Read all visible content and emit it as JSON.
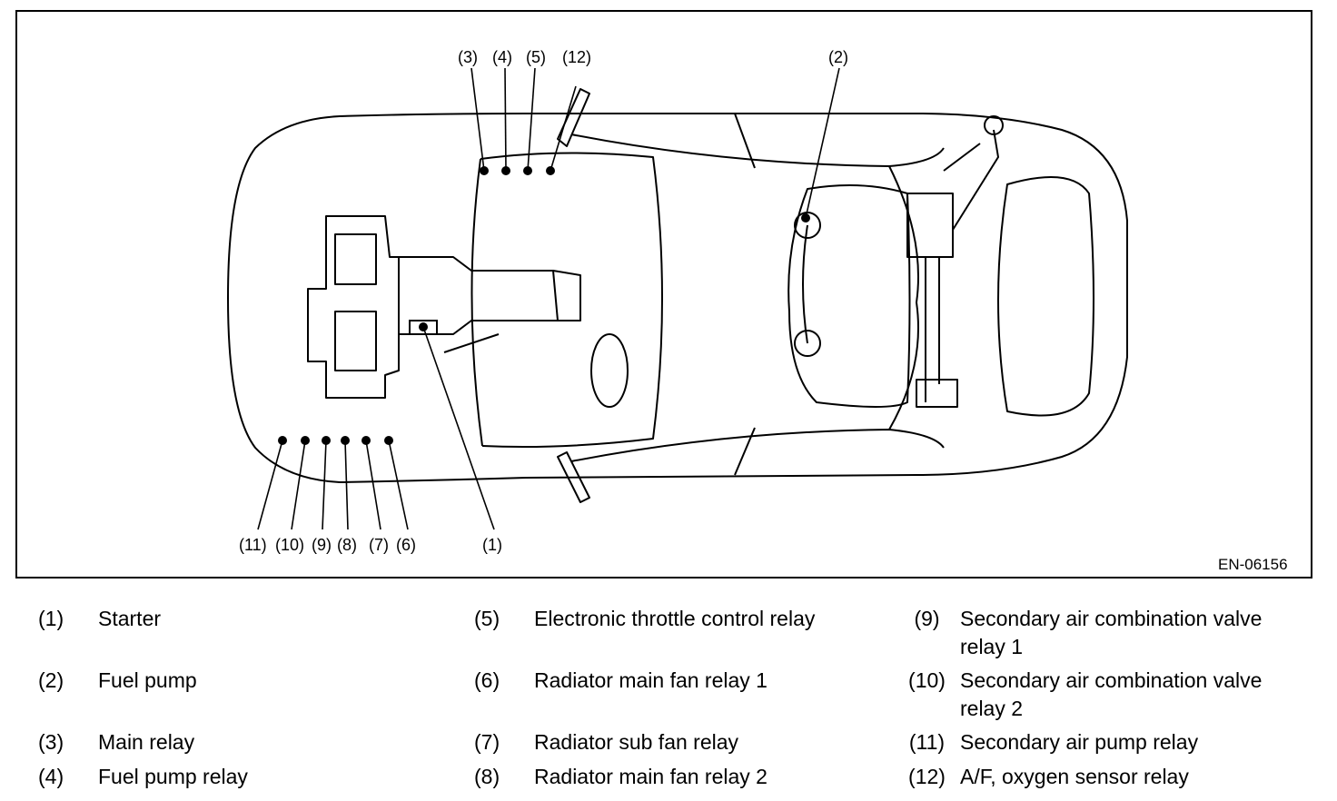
{
  "figure": {
    "id_label": "EN-06156",
    "callouts": {
      "c1": "(1)",
      "c2": "(2)",
      "c3": "(3)",
      "c4": "(4)",
      "c5": "(5)",
      "c6": "(6)",
      "c7": "(7)",
      "c8": "(8)",
      "c9": "(9)",
      "c10": "(10)",
      "c11": "(11)",
      "c12": "(12)"
    }
  },
  "legend": [
    {
      "num": "(1)",
      "text": "Starter"
    },
    {
      "num": "(2)",
      "text": "Fuel pump"
    },
    {
      "num": "(3)",
      "text": "Main relay"
    },
    {
      "num": "(4)",
      "text": "Fuel pump relay"
    },
    {
      "num": "(5)",
      "text": "Electronic throttle control relay"
    },
    {
      "num": "(6)",
      "text": "Radiator main fan relay 1"
    },
    {
      "num": "(7)",
      "text": "Radiator sub fan relay"
    },
    {
      "num": "(8)",
      "text": "Radiator main fan relay 2"
    },
    {
      "num": "(9)",
      "text": "Secondary air combination valve relay 1"
    },
    {
      "num": "(10)",
      "text": "Secondary air combination valve relay 2"
    },
    {
      "num": "(11)",
      "text": "Secondary air pump relay"
    },
    {
      "num": "(12)",
      "text": "A/F, oxygen sensor relay"
    }
  ]
}
